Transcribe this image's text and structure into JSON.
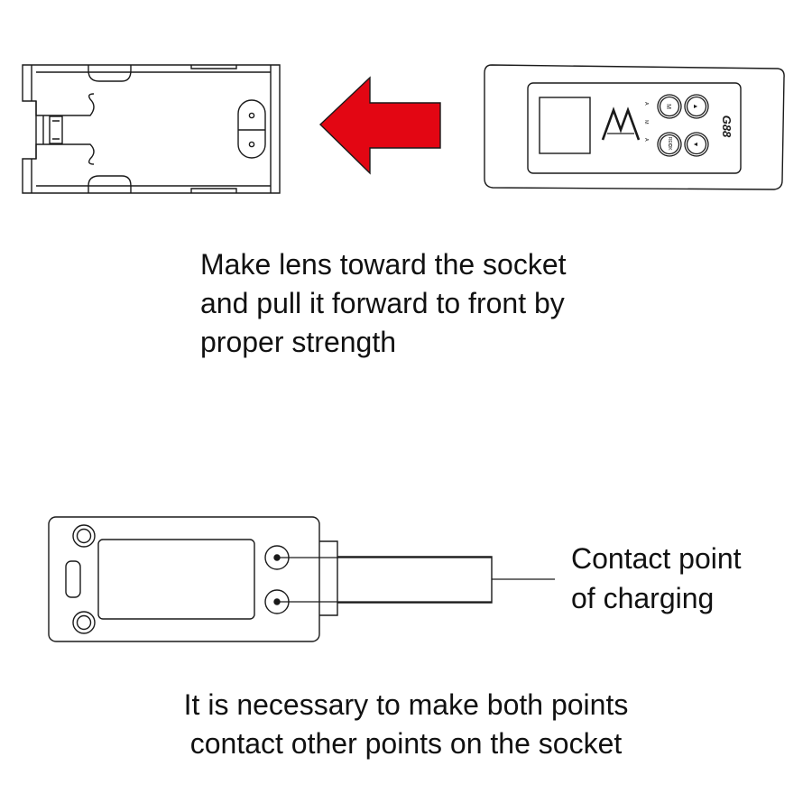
{
  "step1": {
    "instruction_lines": [
      "Make lens toward the socket",
      "and pull it forward to front by",
      "proper strength"
    ]
  },
  "device": {
    "brand_letters": "AMA",
    "model": "G88",
    "buttons": {
      "mode": "M",
      "rec_line1": "REC",
      "rec_line2": "OK",
      "up": "▲",
      "down": "▼"
    }
  },
  "step2": {
    "callout_lines": [
      "Contact point",
      "of charging"
    ],
    "note_lines": [
      "It is necessary to make both points",
      "contact other points on the socket"
    ]
  },
  "colors": {
    "arrow": "#e30613",
    "line": "#1a1a1a"
  }
}
